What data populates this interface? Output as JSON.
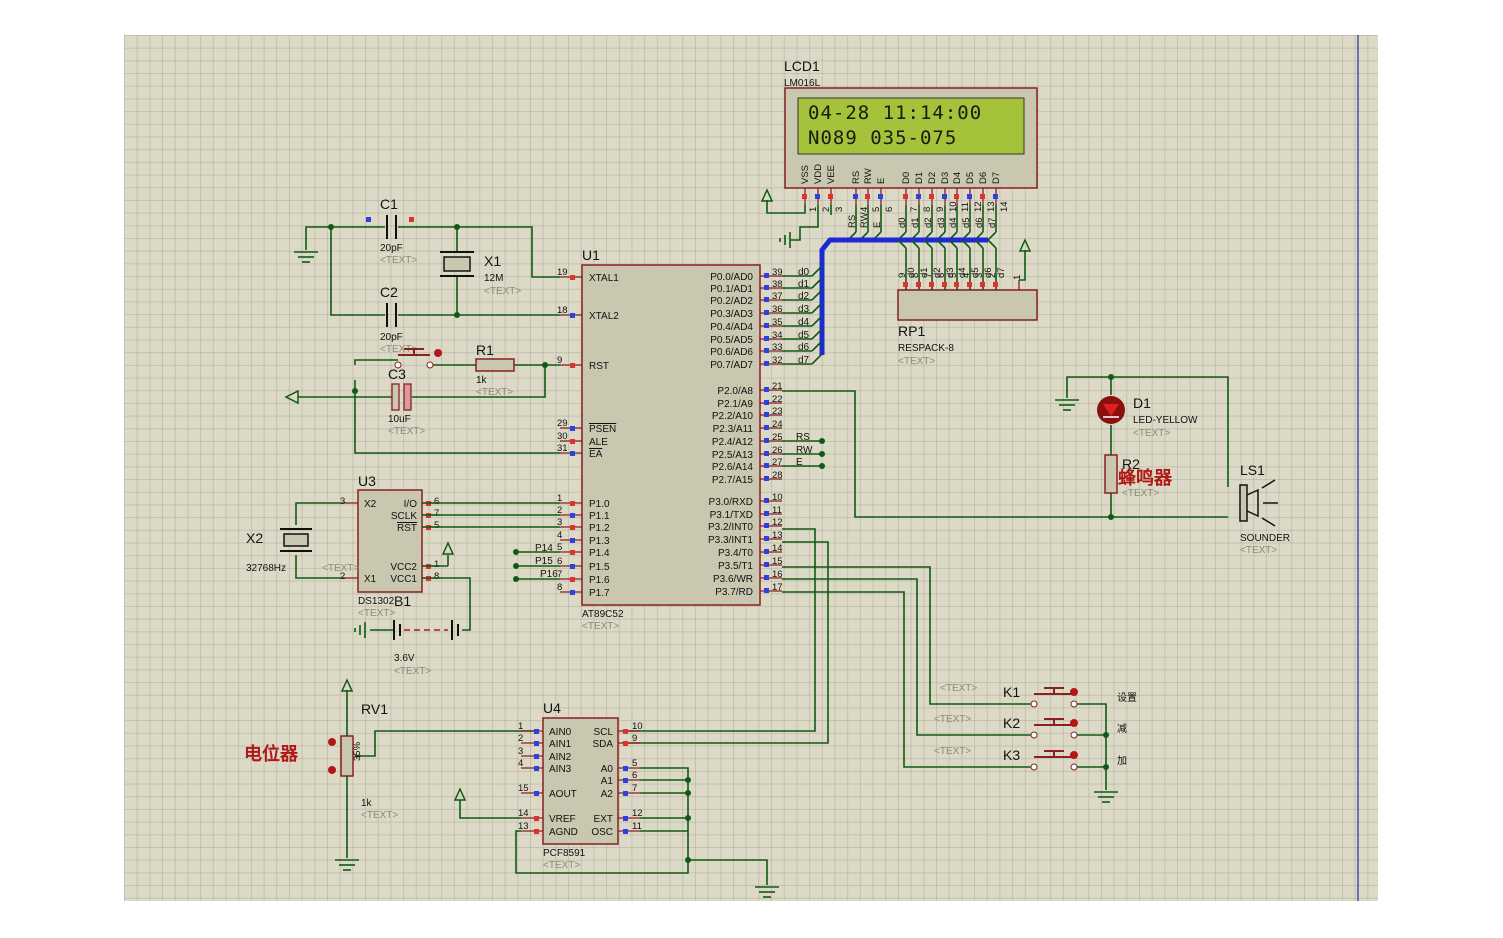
{
  "lcd": {
    "ref": "LCD1",
    "model": "LM016L",
    "line1": "04-28 11:14:00",
    "line2": "N089  035-075",
    "pins": [
      "VSS",
      "VDD",
      "VEE",
      "RS",
      "RW",
      "E",
      "D0",
      "D1",
      "D2",
      "D3",
      "D4",
      "D5",
      "D6",
      "D7"
    ],
    "pin_nums": [
      "1",
      "2",
      "3",
      "4",
      "5",
      "6",
      "7",
      "8",
      "9",
      "10",
      "11",
      "12",
      "13",
      "14"
    ]
  },
  "mcu": {
    "ref": "U1",
    "model": "AT89C52",
    "left_pins": [
      {
        "num": "19",
        "name": "XTAL1"
      },
      {
        "num": "18",
        "name": "XTAL2"
      },
      {
        "num": "9",
        "name": "RST"
      },
      {
        "num": "29",
        "name": "PSEN"
      },
      {
        "num": "30",
        "name": "ALE"
      },
      {
        "num": "31",
        "name": "EA"
      },
      {
        "num": "1",
        "name": "P1.0"
      },
      {
        "num": "2",
        "name": "P1.1"
      },
      {
        "num": "3",
        "name": "P1.2"
      },
      {
        "num": "4",
        "name": "P1.3"
      },
      {
        "num": "5",
        "name": "P1.4"
      },
      {
        "num": "6",
        "name": "P1.5"
      },
      {
        "num": "7",
        "name": "P1.6"
      },
      {
        "num": "8",
        "name": "P1.7"
      }
    ],
    "right_pins": [
      {
        "num": "39",
        "name": "P0.0/AD0",
        "net": "d0"
      },
      {
        "num": "38",
        "name": "P0.1/AD1",
        "net": "d1"
      },
      {
        "num": "37",
        "name": "P0.2/AD2",
        "net": "d2"
      },
      {
        "num": "36",
        "name": "P0.3/AD3",
        "net": "d3"
      },
      {
        "num": "35",
        "name": "P0.4/AD4",
        "net": "d4"
      },
      {
        "num": "34",
        "name": "P0.5/AD5",
        "net": "d5"
      },
      {
        "num": "33",
        "name": "P0.6/AD6",
        "net": "d6"
      },
      {
        "num": "32",
        "name": "P0.7/AD7",
        "net": "d7"
      },
      {
        "num": "21",
        "name": "P2.0/A8",
        "net": ""
      },
      {
        "num": "22",
        "name": "P2.1/A9",
        "net": ""
      },
      {
        "num": "23",
        "name": "P2.2/A10",
        "net": ""
      },
      {
        "num": "24",
        "name": "P2.3/A11",
        "net": ""
      },
      {
        "num": "25",
        "name": "P2.4/A12",
        "net": "RS"
      },
      {
        "num": "26",
        "name": "P2.5/A13",
        "net": "RW"
      },
      {
        "num": "27",
        "name": "P2.6/A14",
        "net": "E"
      },
      {
        "num": "28",
        "name": "P2.7/A15",
        "net": ""
      },
      {
        "num": "10",
        "name": "P3.0/RXD",
        "net": ""
      },
      {
        "num": "11",
        "name": "P3.1/TXD",
        "net": ""
      },
      {
        "num": "12",
        "name": "P3.2/INT0",
        "net": ""
      },
      {
        "num": "13",
        "name": "P3.3/INT1",
        "net": ""
      },
      {
        "num": "14",
        "name": "P3.4/T0",
        "net": ""
      },
      {
        "num": "15",
        "name": "P3.5/T1",
        "net": ""
      },
      {
        "num": "16",
        "name": "P3.6/WR",
        "net": ""
      },
      {
        "num": "17",
        "name": "P3.7/RD",
        "net": ""
      }
    ],
    "p1_nets": [
      "P14",
      "P15",
      "P16"
    ]
  },
  "text_tag": "<TEXT>",
  "c1": {
    "ref": "C1",
    "val": "20pF"
  },
  "c2": {
    "ref": "C2",
    "val": "20pF"
  },
  "c3": {
    "ref": "C3",
    "val": "10uF"
  },
  "x1": {
    "ref": "X1",
    "val": "12M"
  },
  "r1": {
    "ref": "R1",
    "val": "1k"
  },
  "x2": {
    "ref": "X2",
    "val": "32768Hz"
  },
  "u3": {
    "ref": "U3",
    "model": "DS1302",
    "pins_l": [
      "X2",
      "X1"
    ],
    "pins_r": [
      "I/O",
      "SCLK",
      "RST",
      "VCC2",
      "VCC1"
    ],
    "nums_l": [
      "3",
      "2"
    ],
    "nums_r": [
      "6",
      "7",
      "5",
      "1",
      "8"
    ]
  },
  "b1": {
    "ref": "B1",
    "val": "3.6V"
  },
  "rp1": {
    "ref": "RP1",
    "model": "RESPACK-8"
  },
  "d1": {
    "ref": "D1",
    "model": "LED-YELLOW"
  },
  "r2": {
    "ref": "R2"
  },
  "buzzer_label": "蜂鸣器",
  "ls1": {
    "ref": "LS1",
    "model": "SOUNDER"
  },
  "rv1": {
    "ref": "RV1",
    "val": "1k",
    "percent": "35%"
  },
  "pot_label": "电位器",
  "u4": {
    "ref": "U4",
    "model": "PCF8591",
    "pins_l": [
      {
        "num": "1",
        "name": "AIN0"
      },
      {
        "num": "2",
        "name": "AIN1"
      },
      {
        "num": "3",
        "name": "AIN2"
      },
      {
        "num": "4",
        "name": "AIN3"
      },
      {
        "num": "15",
        "name": "AOUT"
      },
      {
        "num": "14",
        "name": "VREF"
      },
      {
        "num": "13",
        "name": "AGND"
      }
    ],
    "pins_r": [
      {
        "num": "10",
        "name": "SCL"
      },
      {
        "num": "9",
        "name": "SDA"
      },
      {
        "num": "5",
        "name": "A0"
      },
      {
        "num": "6",
        "name": "A1"
      },
      {
        "num": "7",
        "name": "A2"
      },
      {
        "num": "12",
        "name": "EXT"
      },
      {
        "num": "11",
        "name": "OSC"
      }
    ]
  },
  "keys": [
    {
      "ref": "K1",
      "label": "设置"
    },
    {
      "ref": "K2",
      "label": "减"
    },
    {
      "ref": "K3",
      "label": "加"
    }
  ]
}
